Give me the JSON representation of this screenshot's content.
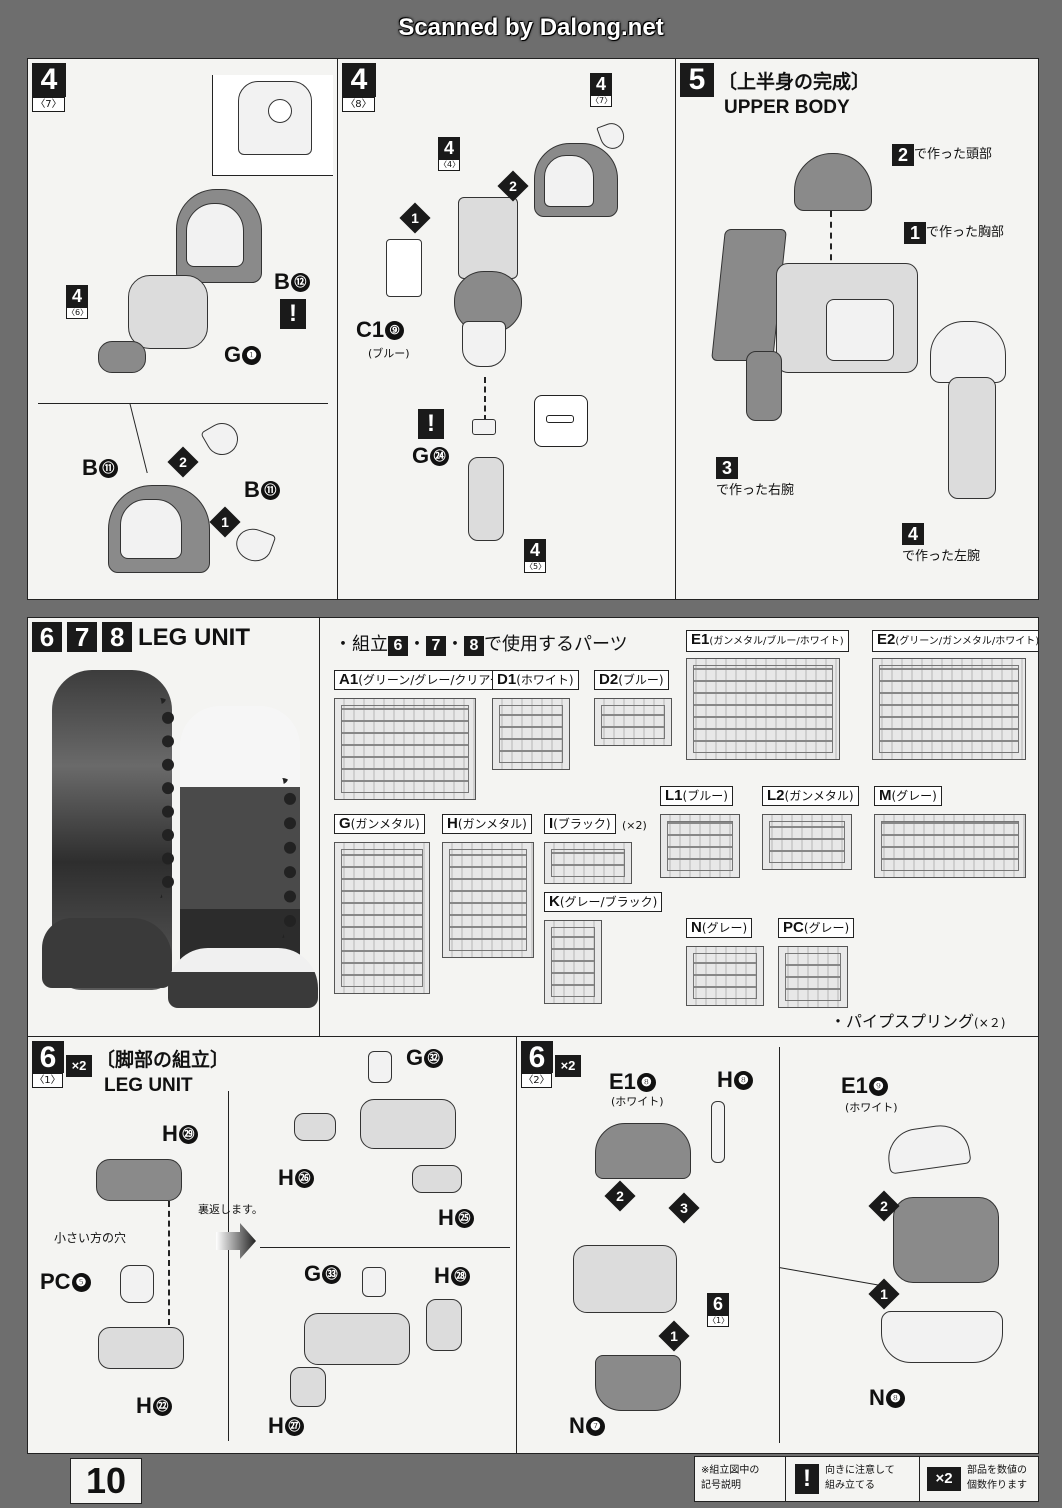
{
  "header": {
    "scan_credit": "Scanned by Dalong.net"
  },
  "page_number": "10",
  "panel_a": {
    "step": "4",
    "sub": "〈7〉",
    "mini_step": "4",
    "mini_sub": "〈6〉",
    "labels": [
      {
        "p": "B",
        "n": "⑫"
      },
      {
        "p": "G",
        "n": "❶"
      },
      {
        "p": "B",
        "n": "⑪"
      },
      {
        "p": "B",
        "n": "⑪"
      }
    ],
    "arrows": [
      "2",
      "1"
    ]
  },
  "panel_b": {
    "step": "4",
    "sub": "〈8〉",
    "mini_top": "4",
    "mini_top_sub": "〈7〉",
    "mini_mid": "4",
    "mini_mid_sub": "〈4〉",
    "mini_bot": "4",
    "mini_bot_sub": "〈5〉",
    "c_label": "C1",
    "c_num": "⑨",
    "c_note": "(ブルー)",
    "g_label": "G",
    "g_num": "㉔",
    "arrows": [
      "1",
      "2"
    ]
  },
  "panel_c": {
    "step": "5",
    "title_jp": "〔上半身の完成〕",
    "title_en": "UPPER BODY",
    "ref2_num": "2",
    "ref2": "で作った頭部",
    "ref1_num": "1",
    "ref1": "で作った胸部",
    "ref3_num": "3",
    "ref3": "で作った右腕",
    "ref4_num": "4",
    "ref4": "で作った左腕"
  },
  "leg_header": {
    "steps": [
      "6",
      "7",
      "8"
    ],
    "title": "LEG UNIT"
  },
  "parts_panel": {
    "heading_prefix": "・組立",
    "heading_steps": [
      "6",
      "7",
      "8"
    ],
    "heading_suffix": "で使用するパーツ",
    "runners": [
      {
        "id": "A1",
        "note": "(グリーン/グレー/クリアー)"
      },
      {
        "id": "D1",
        "note": "(ホワイト)"
      },
      {
        "id": "D2",
        "note": "(ブルー)"
      },
      {
        "id": "E1",
        "note": "(ガンメタル/ブルー/ホワイト)"
      },
      {
        "id": "E2",
        "note": "(グリーン/ガンメタル/ホワイト)"
      },
      {
        "id": "G",
        "note": "(ガンメタル)"
      },
      {
        "id": "H",
        "note": "(ガンメタル)"
      },
      {
        "id": "I",
        "note": "(ブラック)"
      },
      {
        "id": "K",
        "note": "(グレー/ブラック)"
      },
      {
        "id": "L1",
        "note": "(ブルー)"
      },
      {
        "id": "L2",
        "note": "(ガンメタル)"
      },
      {
        "id": "M",
        "note": "(グレー)"
      },
      {
        "id": "N",
        "note": "(グレー)"
      },
      {
        "id": "PC",
        "note": "(グレー)"
      }
    ],
    "i_multiplier": "(×2)",
    "spring": "・パイプスプリング",
    "spring_mult": "(×２)"
  },
  "panel_d": {
    "step": "6",
    "sub": "〈1〉",
    "mult": "×2",
    "title_jp": "〔脚部の組立〕",
    "title_en": "LEG UNIT",
    "flip_note": "裏返します。",
    "hole_note": "小さい方の穴",
    "labels": [
      {
        "p": "H",
        "n": "㉙"
      },
      {
        "p": "PC",
        "n": "❺"
      },
      {
        "p": "H",
        "n": "㉒"
      },
      {
        "p": "G",
        "n": "㉜"
      },
      {
        "p": "H",
        "n": "㉖"
      },
      {
        "p": "H",
        "n": "㉕"
      },
      {
        "p": "G",
        "n": "㉝"
      },
      {
        "p": "H",
        "n": "㉘"
      },
      {
        "p": "H",
        "n": "㉗"
      }
    ]
  },
  "panel_e": {
    "step": "6",
    "sub": "〈2〉",
    "mult": "×2",
    "labels": [
      {
        "p": "E1",
        "n": "❽"
      },
      {
        "p": "H",
        "n": "❽"
      },
      {
        "p": "N",
        "n": "❼"
      },
      {
        "p": "E1",
        "n": "❾"
      },
      {
        "p": "N",
        "n": "❽"
      }
    ],
    "white1": "(ホワイト)",
    "white2": "(ホワイト)",
    "mini": "6",
    "mini_sub": "〈1〉",
    "arrows": [
      "2",
      "3",
      "1",
      "2",
      "1"
    ]
  },
  "legend": {
    "title1": "※組立図中の",
    "title2": "記号説明",
    "excl_text1": "向きに注意して",
    "excl_text2": "組み立てる",
    "mult_sym": "×2",
    "mult_text1": "部品を数値の",
    "mult_text2": "個数作ります"
  }
}
